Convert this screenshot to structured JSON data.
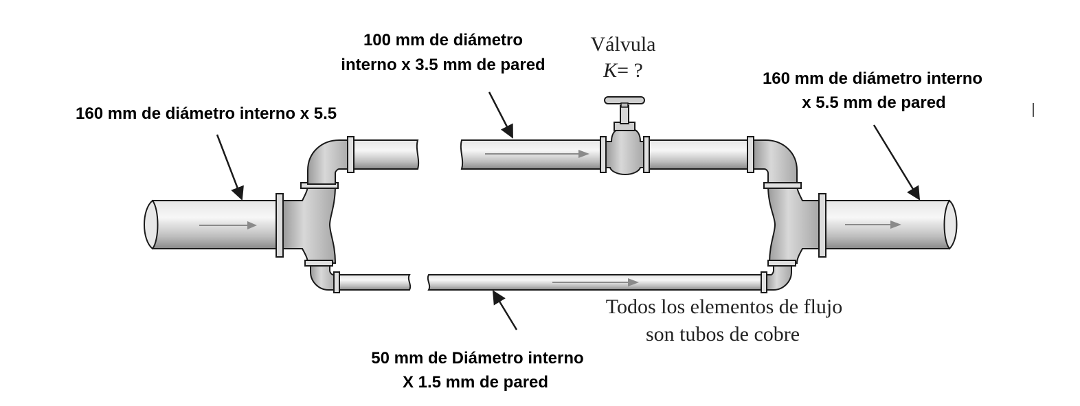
{
  "labels": {
    "inlet_pipe": "160 mm de diámetro interno x 5.5",
    "upper_branch_line1": "100 mm de diámetro",
    "upper_branch_line2": "interno x 3.5 mm de pared",
    "valve_title": "Válvula",
    "valve_k_symbol": "K",
    "valve_k_value": "= ?",
    "outlet_pipe_line1": "160 mm de diámetro interno",
    "outlet_pipe_line2": "x 5.5 mm de pared",
    "lower_branch_line1": "50 mm de Diámetro interno",
    "lower_branch_line2": "X 1.5 mm de pared",
    "note_line1": "Todos los elementos de flujo",
    "note_line2": "son tubos de cobre"
  },
  "colors": {
    "pipe_light": "#f2f2f2",
    "pipe_mid": "#c8c8c8",
    "pipe_dark": "#8c8c8c",
    "outline": "#1a1a1a",
    "flow_arrow": "#8a8a8a"
  }
}
